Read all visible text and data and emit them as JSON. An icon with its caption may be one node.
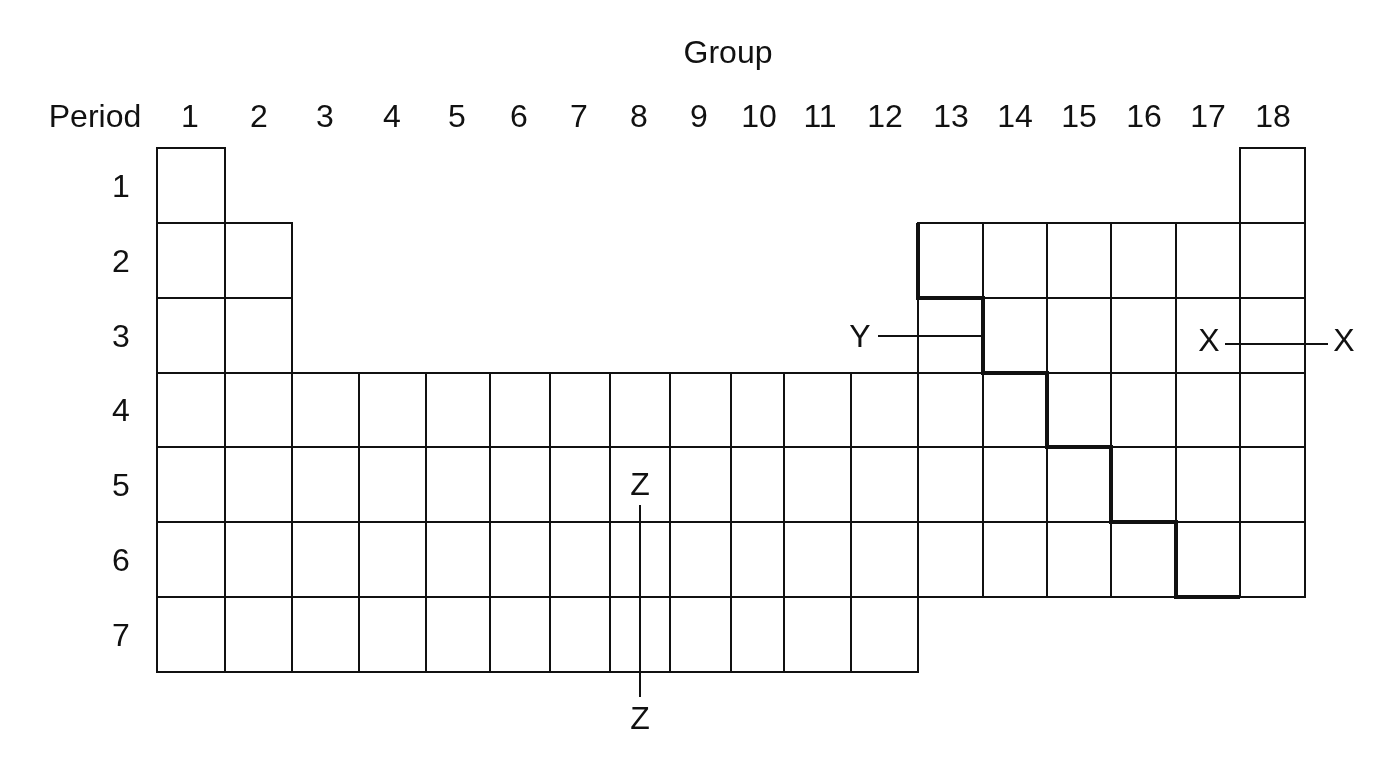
{
  "diagram": {
    "title": "Group",
    "nodes": [
      {
        "text": [
          "Y"
        ]
      },
      {
        "text": [],
        "shape": "box"
      },
      {
        "text": [
          "X"
        ]
      },
      {
        "text": [
          "X"
        ]
      },
      {
        "text": [
          "Z"
        ]
      },
      {
        "text": [
          "Z"
        ]
      }
    ],
    "edges": [
      {
        "from": 0,
        "to": 1,
        "arrow": "none"
      },
      {
        "from": 2,
        "to": 3,
        "arrow": "none"
      },
      {
        "from": 4,
        "to": 5,
        "arrow": "none"
      }
    ],
    "labels": [
      "Period",
      "1",
      "2",
      "3",
      "4",
      "5",
      "6",
      "7",
      "8",
      "9",
      "10",
      "11",
      "12",
      "13",
      "14",
      "15",
      "16",
      "17",
      "18",
      "1",
      "2",
      "3",
      "4",
      "5",
      "6",
      "7"
    ]
  }
}
